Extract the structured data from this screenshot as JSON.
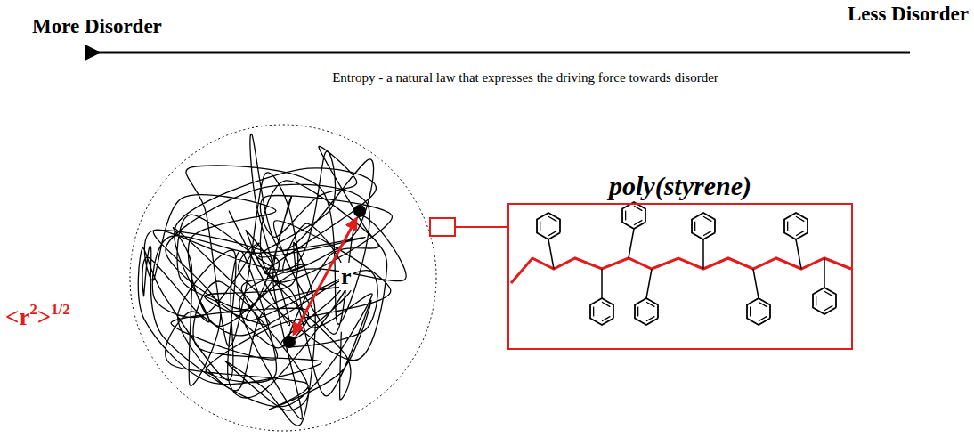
{
  "diagram": {
    "nodes": [
      {
        "text": [
          "poly(styrene)"
        ]
      }
    ],
    "labels": [
      "More Disorder",
      "Less Disorder",
      "Entropy - a natural law that expresses the driving force towards disorder",
      "r",
      "<r2>1/2"
    ]
  }
}
